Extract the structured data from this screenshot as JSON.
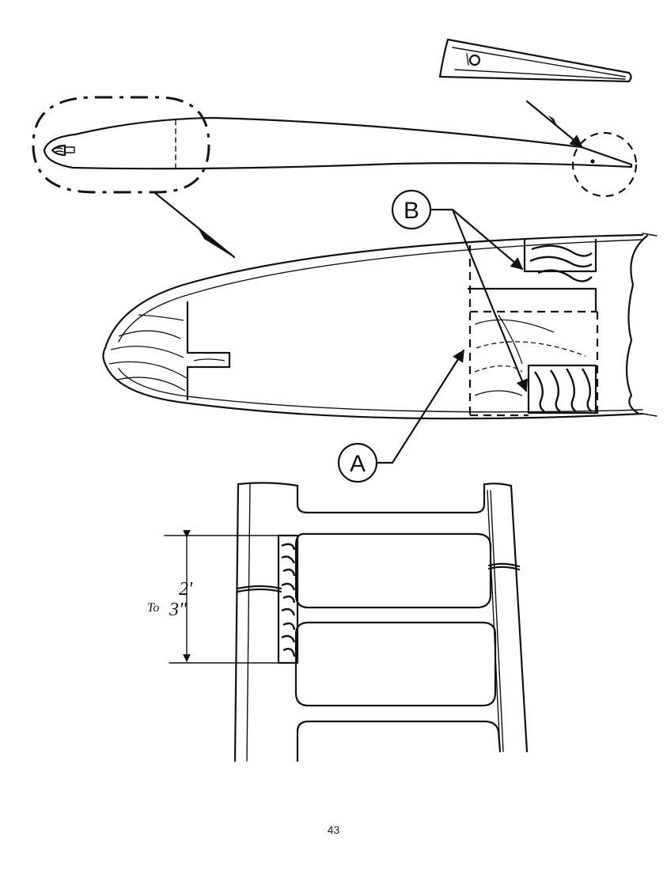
{
  "callouts": {
    "a": "A",
    "b": "B"
  },
  "dimension": {
    "value_top": "2'",
    "prefix": "To",
    "value_bottom": "3\""
  },
  "page_number": "43"
}
